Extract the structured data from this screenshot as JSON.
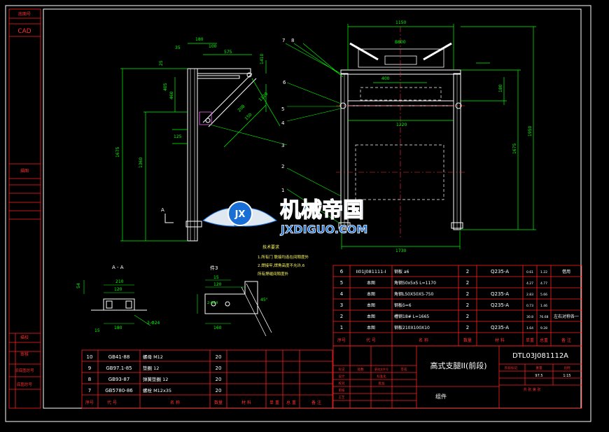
{
  "colors": {
    "background": "#000000",
    "frame": "#ffffff",
    "title_block_lines": "#ff2020",
    "dimension": "#00ff00",
    "annotation": "#ffffff",
    "note_text": "#ffff66",
    "centerline": "#ff3030",
    "watermark_blue": "#1a6fd6"
  },
  "side_labels": {
    "top": "底图号",
    "cad": "CAD",
    "middle": "描图",
    "l1": "描校",
    "l2": "审核",
    "l3": "旧底图总号",
    "l4": "底图总号"
  },
  "notes": {
    "title": "技术要求",
    "line1": "1.所有门 联接均连在间隙度外",
    "line2": "2.焊接牢,焊角高度不允许,6",
    "line3": "所有焊缝间隙度外"
  },
  "section_labels": {
    "aa": "A - A",
    "item3": "件3",
    "a_marker": "A"
  },
  "front_dims": [
    "180",
    "100",
    "575",
    "35",
    "1410",
    "25",
    "405",
    "460",
    "125",
    "1675",
    "1360",
    "208",
    "150",
    "1120"
  ],
  "side_dims": [
    "1150",
    "B800",
    "400",
    "1220",
    "180",
    "1675",
    "1950",
    "1730"
  ],
  "aa_dims": [
    "210",
    "54",
    "120",
    "180",
    "15",
    "2-Φ24"
  ],
  "item3_dims": [
    "15",
    "120",
    "45°",
    "160",
    "2-Φ24"
  ],
  "balloons": [
    "7",
    "8",
    "6",
    "5",
    "4",
    "3",
    "2",
    "1"
  ],
  "watermark": {
    "cn": "机械帝国",
    "en": "JXDIGUO.COM",
    "badge": "JX"
  },
  "parts_upper": [
    {
      "no": "6",
      "code": "II01J081111-I",
      "name": "钢板 a6",
      "qty": "2",
      "mat": "Q235-A",
      "w1": "0.61",
      "w2": "1.22",
      "note": "借用"
    },
    {
      "no": "5",
      "code": "本图",
      "name": "角钢50x5x5 L=1170",
      "qty": "2",
      "mat": "",
      "w1": "4.27",
      "w2": "4.77",
      "note": ""
    },
    {
      "no": "4",
      "code": "本图",
      "name": "角钢L50X50X5-750",
      "qty": "2",
      "mat": "Q235-A",
      "w1": "2.83",
      "w2": "5.66",
      "note": ""
    },
    {
      "no": "3",
      "code": "本图",
      "name": "钢板δ=6",
      "qty": "2",
      "mat": "Q235-A",
      "w1": "0.73",
      "w2": "1.46",
      "note": ""
    },
    {
      "no": "2",
      "code": "本图",
      "name": "槽钢18# L=1665",
      "qty": "2",
      "mat": "",
      "w1": "30.8",
      "w2": "76.68",
      "note": "左右对称各一"
    },
    {
      "no": "1",
      "code": "本图",
      "name": "钢板210X100X10",
      "qty": "2",
      "mat": "Q235-A",
      "w1": "1.64",
      "w2": "9.28",
      "note": ""
    }
  ],
  "parts_upper_header": {
    "no": "序号",
    "code": "代 号",
    "name": "名 称",
    "qty": "数量",
    "mat": "材 料",
    "w1": "单重",
    "w2": "总重",
    "note": "备 注"
  },
  "parts_lower": [
    {
      "no": "10",
      "code": "GB41-88",
      "name": "螺母 M12",
      "qty": "20"
    },
    {
      "no": "9",
      "code": "GB97.1-85",
      "name": "垫圈 12",
      "qty": "20"
    },
    {
      "no": "8",
      "code": "GB93-87",
      "name": "弹簧垫圈 12",
      "qty": "20"
    },
    {
      "no": "7",
      "code": "GB5780-86",
      "name": "螺栓 M12x35",
      "qty": "20"
    }
  ],
  "parts_lower_header": {
    "no": "序号",
    "code": "代 号",
    "name": "名 称",
    "qty": "数量",
    "mat": "材 料",
    "w1": "单 重",
    "w2": "总 重",
    "note": "备 注"
  },
  "title_block": {
    "title": "高式支腿II(前段)",
    "drawing_no": "DTL03J081112A",
    "subtitle": "组件",
    "rev_labels": [
      "标记",
      "处数",
      "分区",
      "更改文件号",
      "签名",
      "年月日"
    ],
    "sign_labels": [
      "设计",
      "校对",
      "审核",
      "工艺",
      "标准化",
      "批准"
    ],
    "stage_labels": [
      "阶段标记",
      "重量",
      "比例"
    ],
    "weight": "97.5",
    "scale": "1:15",
    "sheet": "共 张 第 张"
  }
}
